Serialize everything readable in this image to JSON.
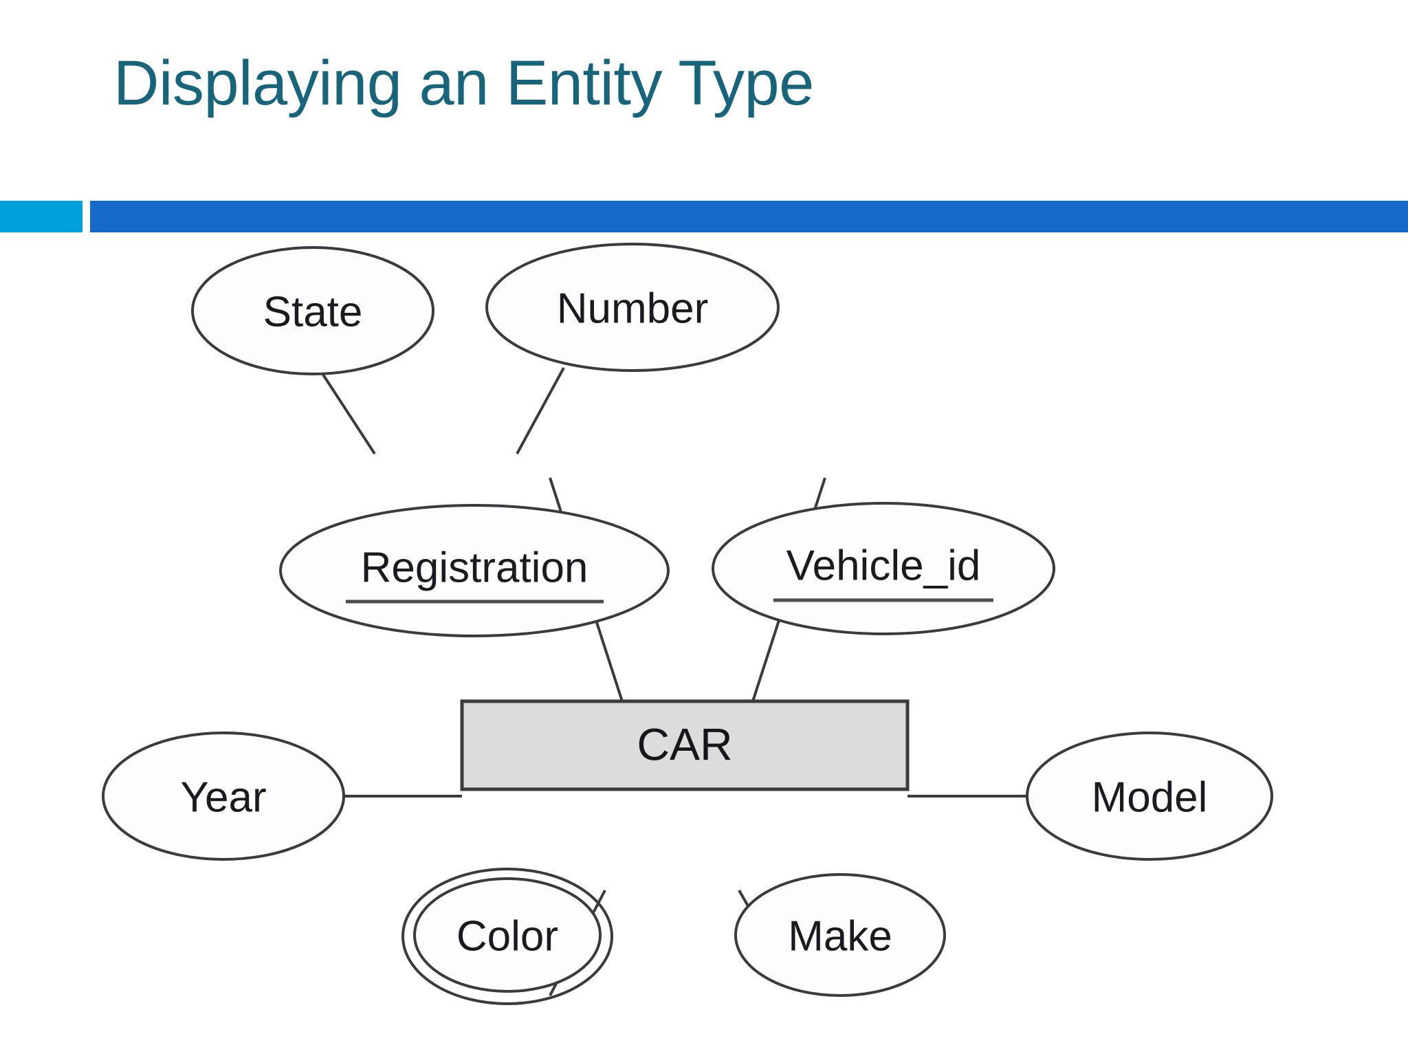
{
  "slide": {
    "title": "Displaying an Entity Type",
    "title_color": "#17647B"
  },
  "accent_bar": {
    "left_color": "#00A0DA",
    "right_color": "#1569C7"
  },
  "diagram": {
    "type": "er-diagram",
    "entity": {
      "label": "CAR",
      "shape": "rectangle",
      "fill_color": "#DCDCDC",
      "stroke_color": "#3A3A3F"
    },
    "attributes": [
      {
        "id": "state",
        "label": "State",
        "shape": "ellipse",
        "key": false,
        "multivalued": false,
        "composite_parent": "registration"
      },
      {
        "id": "number",
        "label": "Number",
        "shape": "ellipse",
        "key": false,
        "multivalued": false,
        "composite_parent": "registration"
      },
      {
        "id": "registration",
        "label": "Registration",
        "shape": "ellipse",
        "key": true,
        "multivalued": false,
        "composite_parent": "car"
      },
      {
        "id": "vehicle_id",
        "label": "Vehicle_id",
        "shape": "ellipse",
        "key": true,
        "multivalued": false,
        "composite_parent": "car"
      },
      {
        "id": "year",
        "label": "Year",
        "shape": "ellipse",
        "key": false,
        "multivalued": false,
        "composite_parent": "car"
      },
      {
        "id": "model",
        "label": "Model",
        "shape": "ellipse",
        "key": false,
        "multivalued": false,
        "composite_parent": "car"
      },
      {
        "id": "color",
        "label": "Color",
        "shape": "double-ellipse",
        "key": false,
        "multivalued": true,
        "composite_parent": "car"
      },
      {
        "id": "make",
        "label": "Make",
        "shape": "ellipse",
        "key": false,
        "multivalued": false,
        "composite_parent": "car"
      }
    ],
    "connections": [
      {
        "from": "state",
        "to": "registration"
      },
      {
        "from": "number",
        "to": "registration"
      },
      {
        "from": "registration",
        "to": "car"
      },
      {
        "from": "vehicle_id",
        "to": "car"
      },
      {
        "from": "year",
        "to": "car"
      },
      {
        "from": "model",
        "to": "car"
      },
      {
        "from": "color",
        "to": "car"
      },
      {
        "from": "make",
        "to": "car"
      }
    ]
  }
}
